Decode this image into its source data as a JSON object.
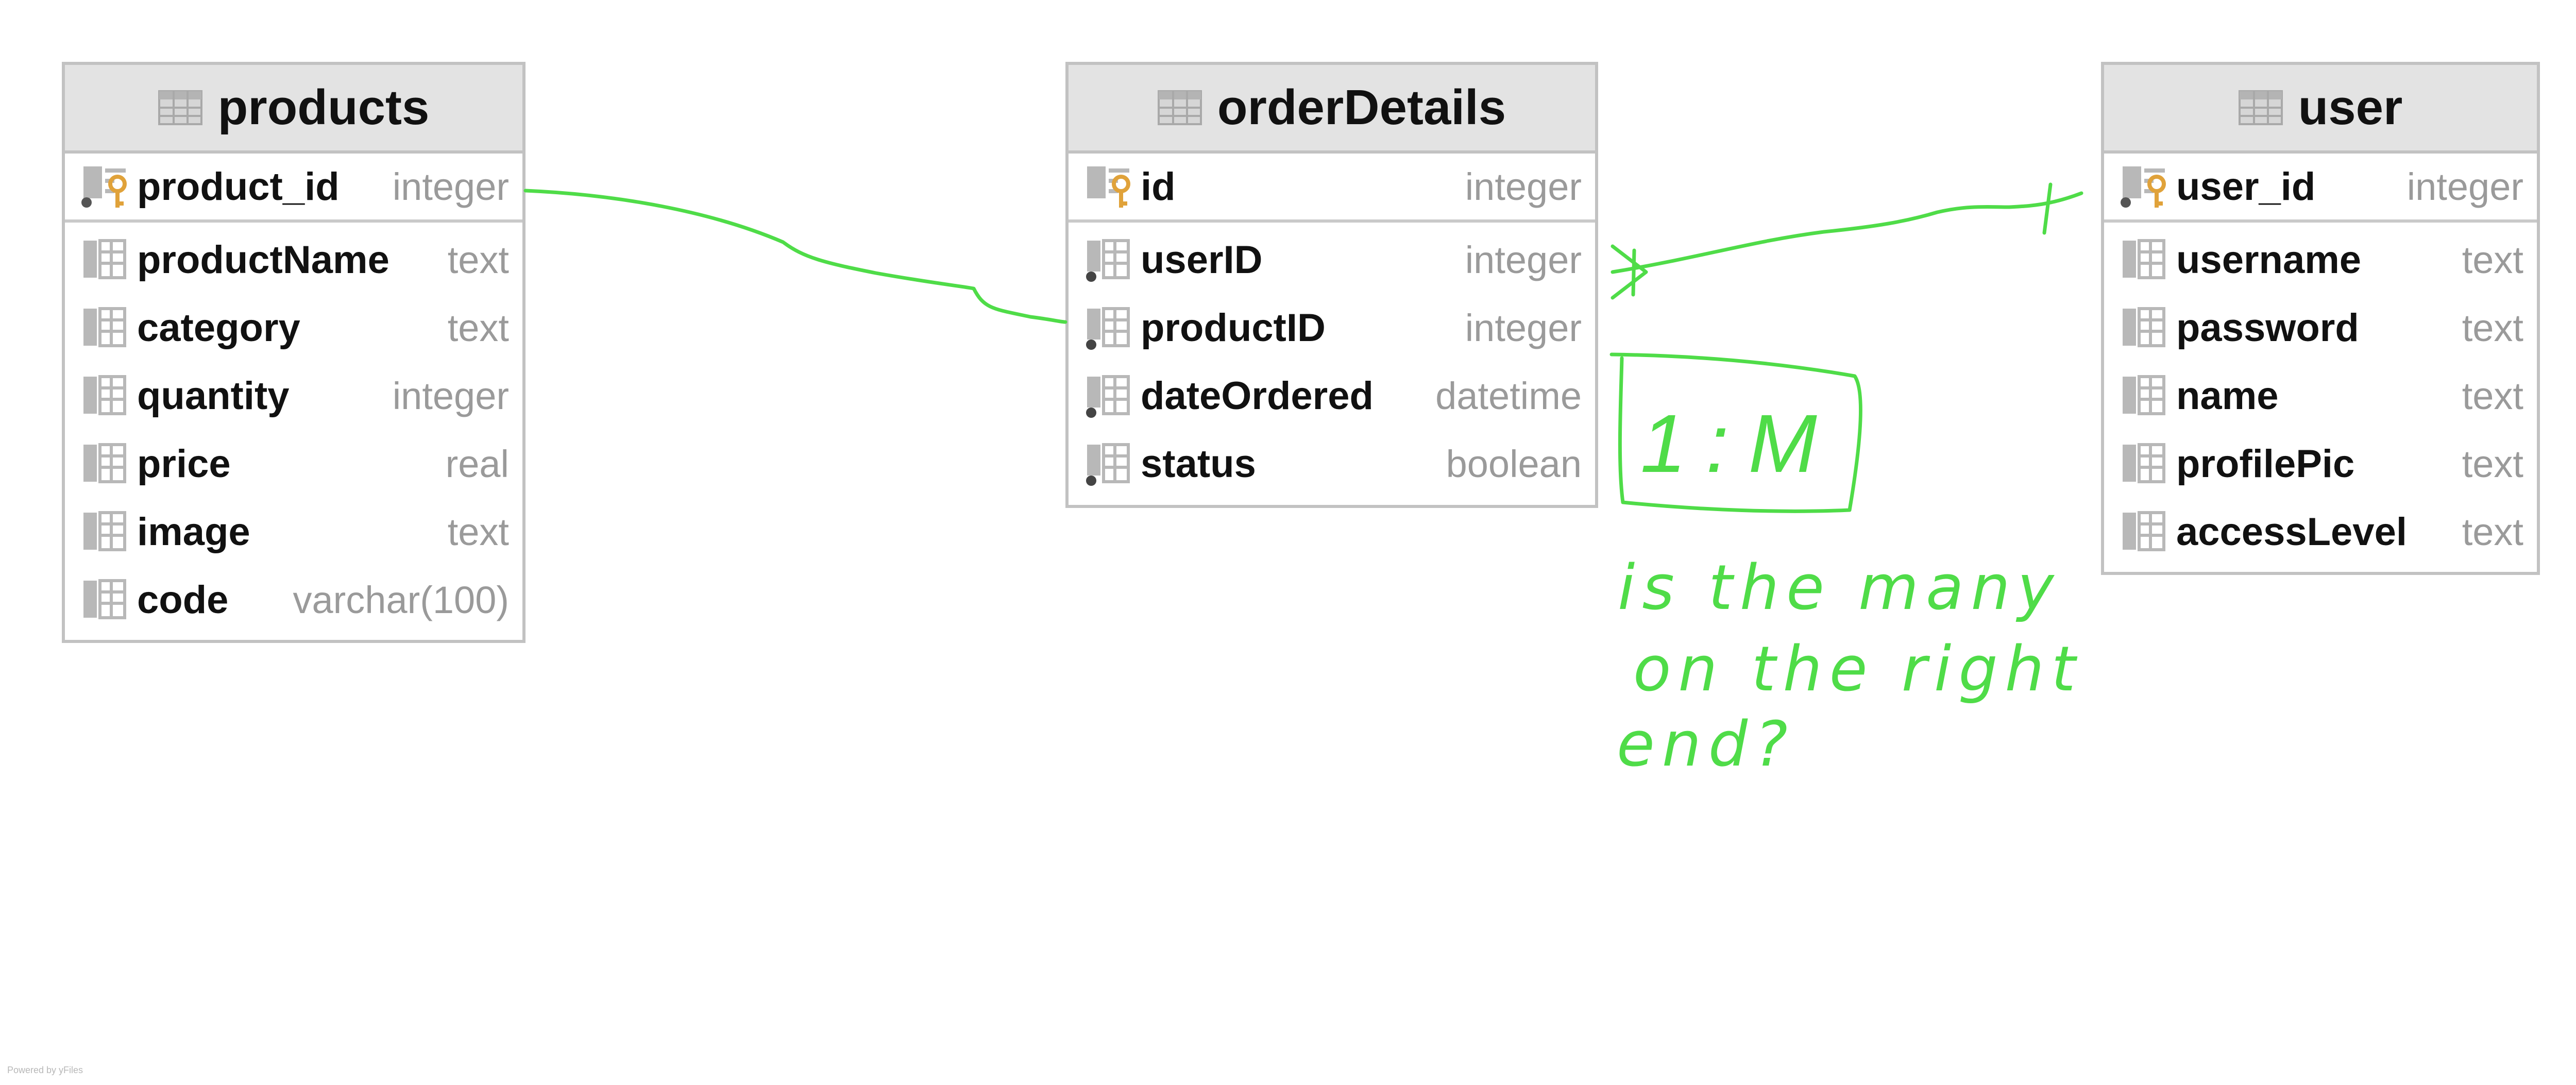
{
  "diagram": {
    "tables": [
      {
        "name": "products",
        "columns": [
          {
            "name": "product_id",
            "type": "integer",
            "key": "primary"
          },
          {
            "name": "productName",
            "type": "text",
            "key": "none"
          },
          {
            "name": "category",
            "type": "text",
            "key": "none"
          },
          {
            "name": "quantity",
            "type": "integer",
            "key": "none"
          },
          {
            "name": "price",
            "type": "real",
            "key": "none"
          },
          {
            "name": "image",
            "type": "text",
            "key": "none"
          },
          {
            "name": "code",
            "type": "varchar(100)",
            "key": "none"
          }
        ]
      },
      {
        "name": "orderDetails",
        "columns": [
          {
            "name": "id",
            "type": "integer",
            "key": "primary"
          },
          {
            "name": "userID",
            "type": "integer",
            "key": "foreign"
          },
          {
            "name": "productID",
            "type": "integer",
            "key": "foreign"
          },
          {
            "name": "dateOrdered",
            "type": "datetime",
            "key": "foreign"
          },
          {
            "name": "status",
            "type": "boolean",
            "key": "foreign"
          }
        ]
      },
      {
        "name": "user",
        "columns": [
          {
            "name": "user_id",
            "type": "integer",
            "key": "primary"
          },
          {
            "name": "username",
            "type": "text",
            "key": "none"
          },
          {
            "name": "password",
            "type": "text",
            "key": "none"
          },
          {
            "name": "name",
            "type": "text",
            "key": "none"
          },
          {
            "name": "profilePic",
            "type": "text",
            "key": "none"
          },
          {
            "name": "accessLevel",
            "type": "text",
            "key": "none"
          }
        ]
      }
    ],
    "relationships": [
      {
        "from": "products.product_id",
        "to": "orderDetails.productID"
      },
      {
        "from": "user.user_id",
        "to": "orderDetails.userID",
        "from_marker": "one",
        "to_marker": "many"
      }
    ],
    "annotations": {
      "ratio_label": "1:M",
      "note_lines": [
        "is the many",
        "on the right",
        "end?"
      ],
      "ink_color": "#4fdc48"
    }
  },
  "footer": {
    "watermark": "Powered by yFiles"
  },
  "colors": {
    "header_bg": "#e3e3e3",
    "border": "#c2c2c2",
    "type_text": "#9a9a9a",
    "key_icon": "#e0a23a",
    "annotation_green": "#4fdc48"
  }
}
